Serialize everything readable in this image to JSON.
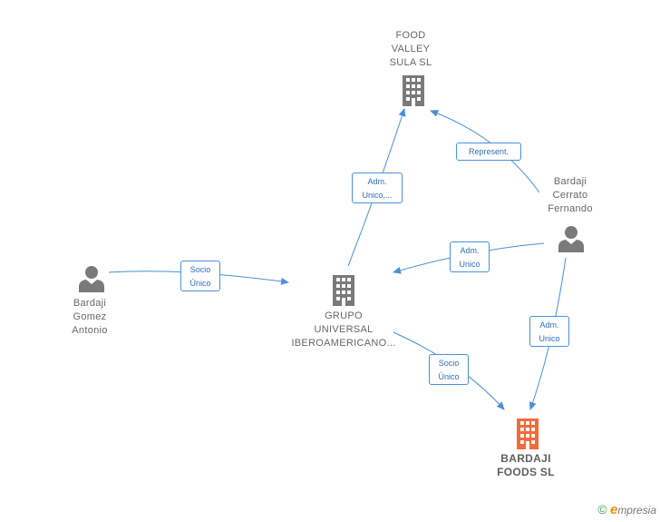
{
  "nodes": {
    "food_valley": {
      "lines": [
        "FOOD",
        "VALLEY",
        "SULA  SL"
      ]
    },
    "bardaji_cerrato": {
      "lines": [
        "Bardaji",
        "Cerrato",
        "Fernando"
      ]
    },
    "bardaji_gomez": {
      "lines": [
        "Bardaji",
        "Gomez",
        "Antonio"
      ]
    },
    "grupo": {
      "lines": [
        "GRUPO",
        "UNIVERSAL",
        "IBEROAMERICANO..."
      ]
    },
    "bardaji_foods": {
      "lines": [
        "BARDAJI",
        "FOODS  SL"
      ]
    }
  },
  "edges": {
    "adm_unico_food": {
      "lines": [
        "Adm.",
        "Unico,..."
      ]
    },
    "represent": {
      "lines": [
        "Represent."
      ]
    },
    "adm_unico_grupo": {
      "lines": [
        "Adm.",
        "Unico"
      ]
    },
    "socio_unico_gomez": {
      "lines": [
        "Socio",
        "Único"
      ]
    },
    "adm_unico_foods": {
      "lines": [
        "Adm.",
        "Unico"
      ]
    },
    "socio_unico_grupo": {
      "lines": [
        "Socio",
        "Único"
      ]
    }
  },
  "colors": {
    "edge": "#4a90d9",
    "node_icon": "#7a7a7a",
    "focus_icon": "#f26b3a"
  },
  "footer": {
    "copyright": "©",
    "brand_initial": "e",
    "brand_rest": "mpresia"
  }
}
